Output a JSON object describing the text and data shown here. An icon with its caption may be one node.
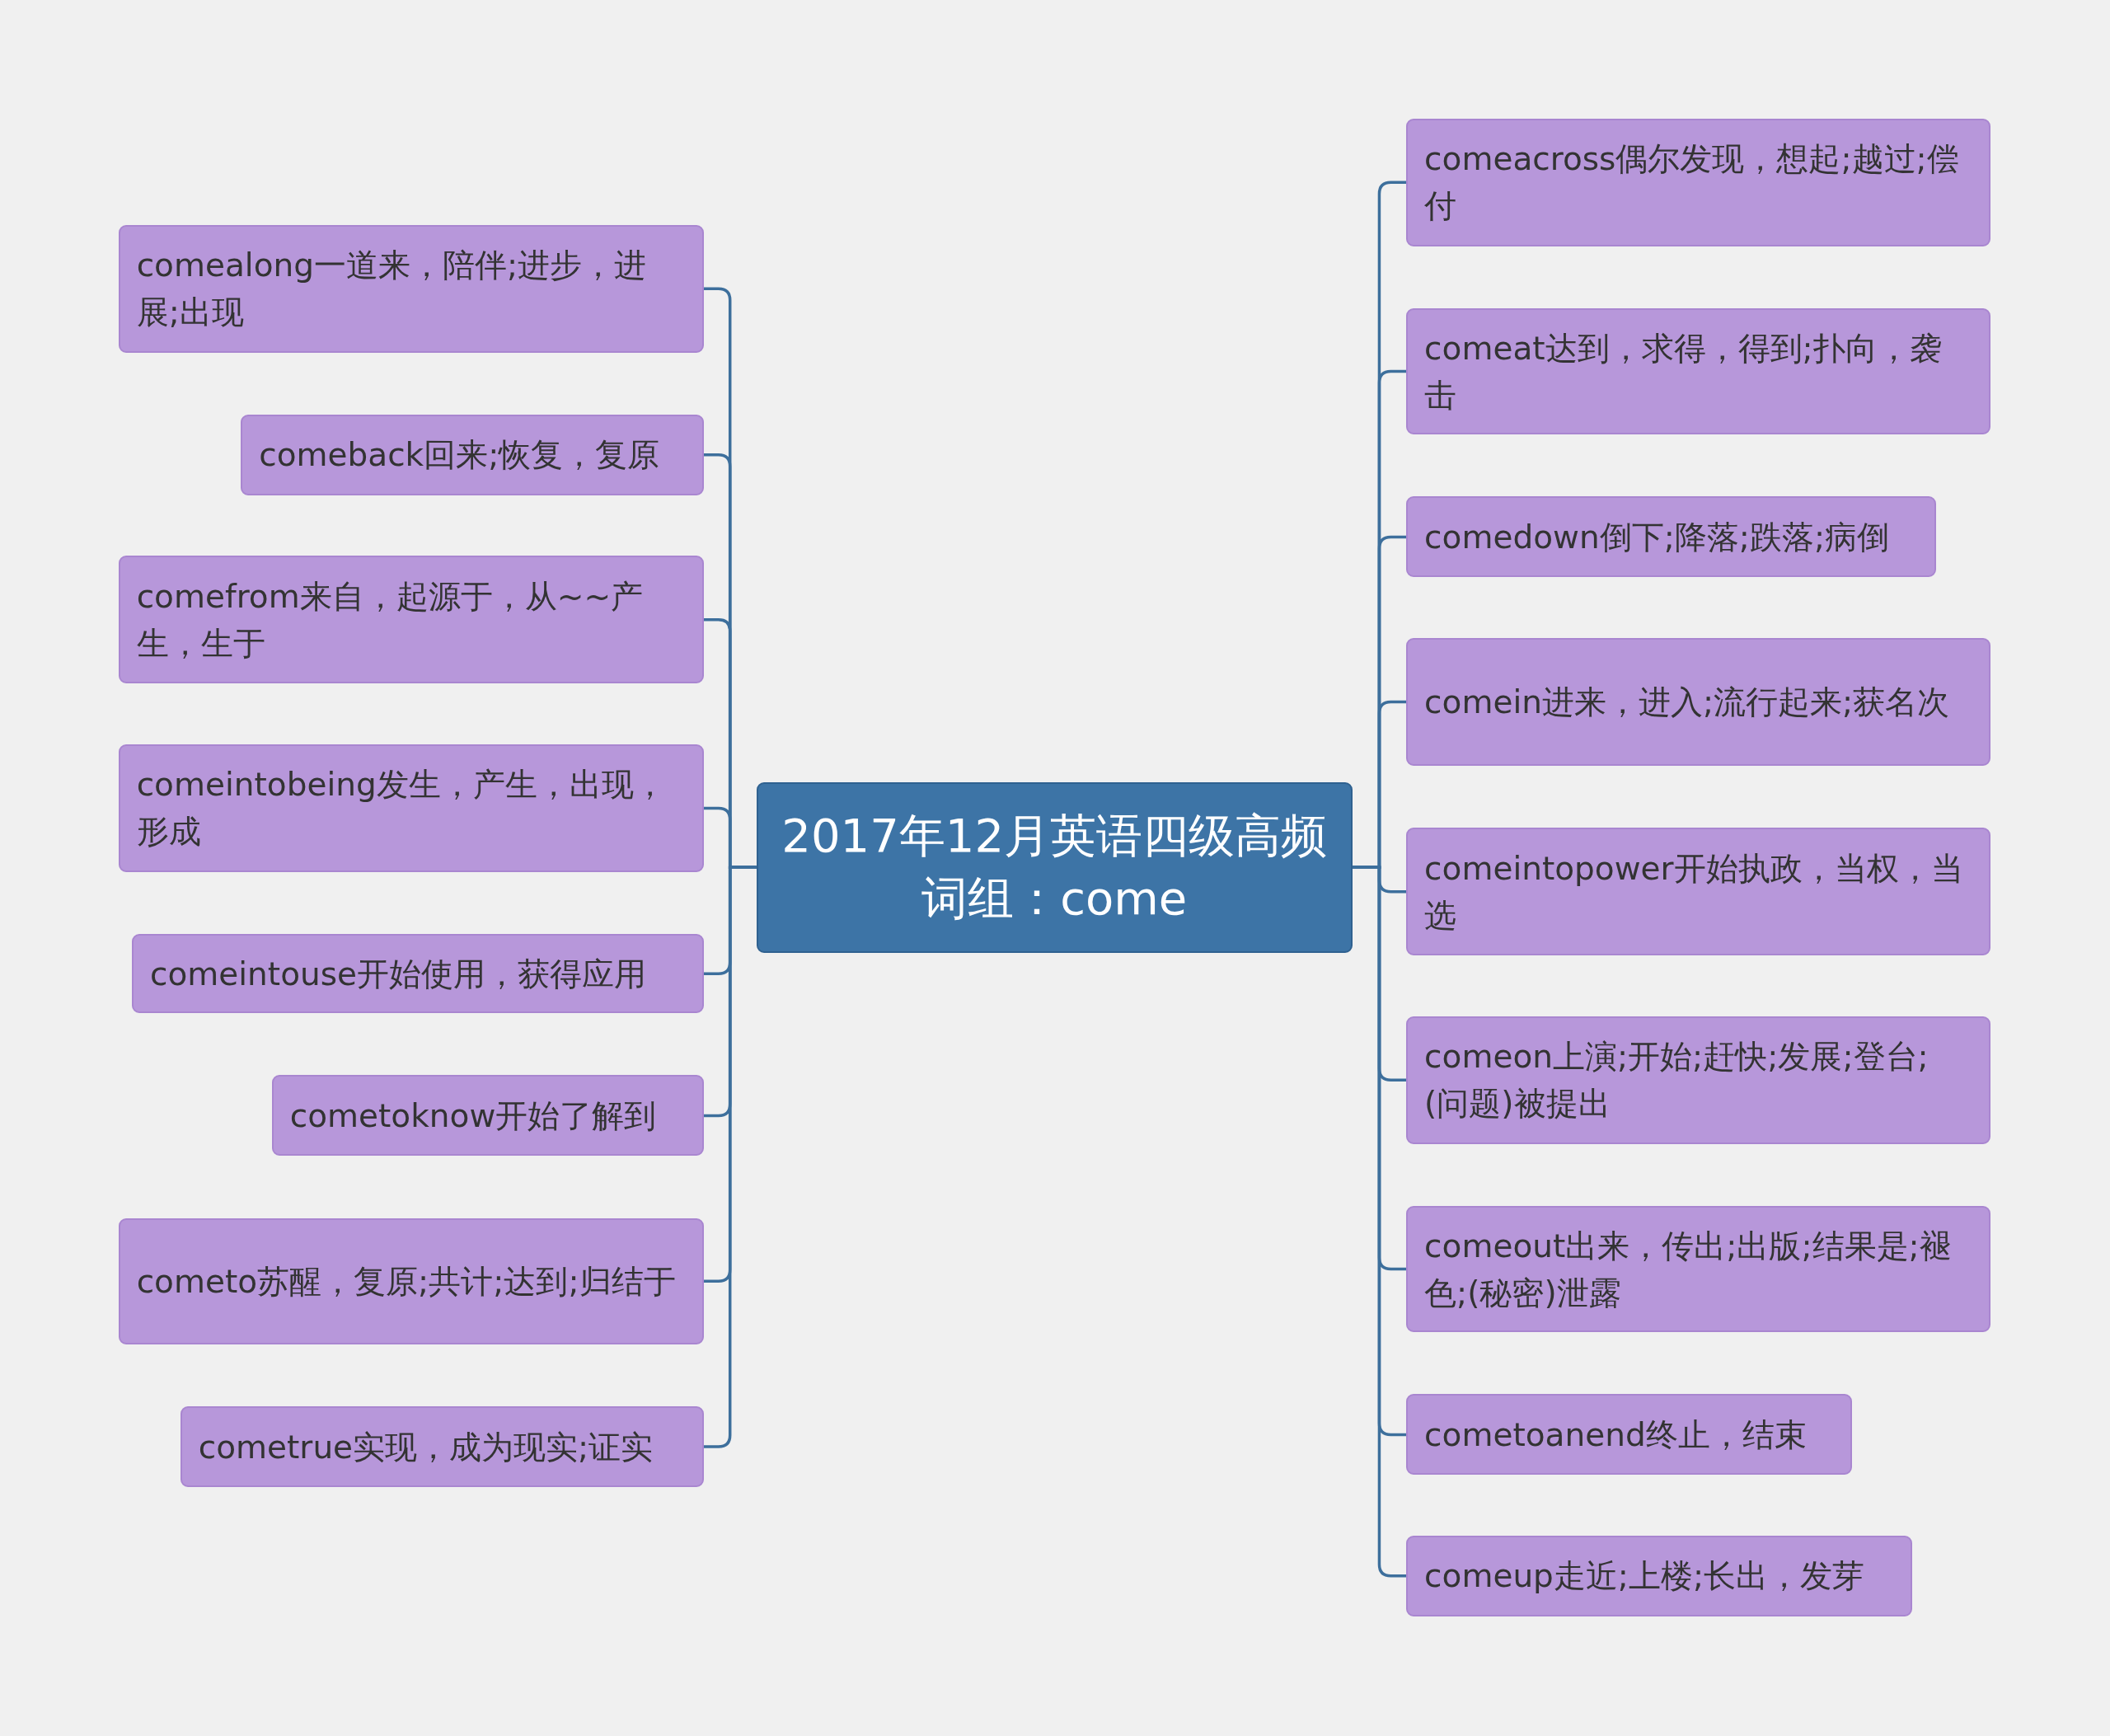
{
  "diagram": {
    "nodes": [
      {
        "text": [
          "2017年12月英语四级高频词组：come"
        ]
      },
      {
        "text": [
          "comealong一道来，陪伴;进步，进展;出现"
        ]
      },
      {
        "text": [
          "comeback回来;恢复，复原"
        ]
      },
      {
        "text": [
          "comefrom来自，起源于，从~~产生，生于"
        ]
      },
      {
        "text": [
          "comeintobeing发生，产生，出现，形成"
        ]
      },
      {
        "text": [
          "comeintouse开始使用，获得应用"
        ]
      },
      {
        "text": [
          "cometoknow开始了解到"
        ]
      },
      {
        "text": [
          "cometo苏醒，复原;共计;达到;归结于"
        ]
      },
      {
        "text": [
          "cometrue实现，成为现实;证实"
        ]
      },
      {
        "text": [
          "comeacross偶尔发现，想起;越过;偿付"
        ]
      },
      {
        "text": [
          "comeat达到，求得，得到;扑向，袭击"
        ]
      },
      {
        "text": [
          "comedown倒下;降落;跌落;病倒"
        ]
      },
      {
        "text": [
          "comein进来，进入;流行起来;获名次"
        ]
      },
      {
        "text": [
          "comeintopower开始执政，当权，当选"
        ]
      },
      {
        "text": [
          "comeon上演;开始;赶快;发展;登台;(问题)被提出"
        ]
      },
      {
        "text": [
          "comeout出来，传出;出版;结果是;褪色;(秘密)泄露"
        ]
      },
      {
        "text": [
          "cometoanend终止，结束"
        ]
      },
      {
        "text": [
          "comeup走近;上楼;长出，发芽"
        ]
      }
    ],
    "edges": [
      {
        "from": 0,
        "to": 1,
        "arrow": "none"
      },
      {
        "from": 0,
        "to": 2,
        "arrow": "none"
      },
      {
        "from": 0,
        "to": 3,
        "arrow": "none"
      },
      {
        "from": 0,
        "to": 4,
        "arrow": "none"
      },
      {
        "from": 0,
        "to": 5,
        "arrow": "none"
      },
      {
        "from": 0,
        "to": 6,
        "arrow": "none"
      },
      {
        "from": 0,
        "to": 7,
        "arrow": "none"
      },
      {
        "from": 0,
        "to": 8,
        "arrow": "none"
      },
      {
        "from": 0,
        "to": 9,
        "arrow": "none"
      },
      {
        "from": 0,
        "to": 10,
        "arrow": "none"
      },
      {
        "from": 0,
        "to": 11,
        "arrow": "none"
      },
      {
        "from": 0,
        "to": 12,
        "arrow": "none"
      },
      {
        "from": 0,
        "to": 13,
        "arrow": "none"
      },
      {
        "from": 0,
        "to": 14,
        "arrow": "none"
      },
      {
        "from": 0,
        "to": 15,
        "arrow": "none"
      },
      {
        "from": 0,
        "to": 16,
        "arrow": "none"
      },
      {
        "from": 0,
        "to": 17,
        "arrow": "none"
      }
    ]
  }
}
